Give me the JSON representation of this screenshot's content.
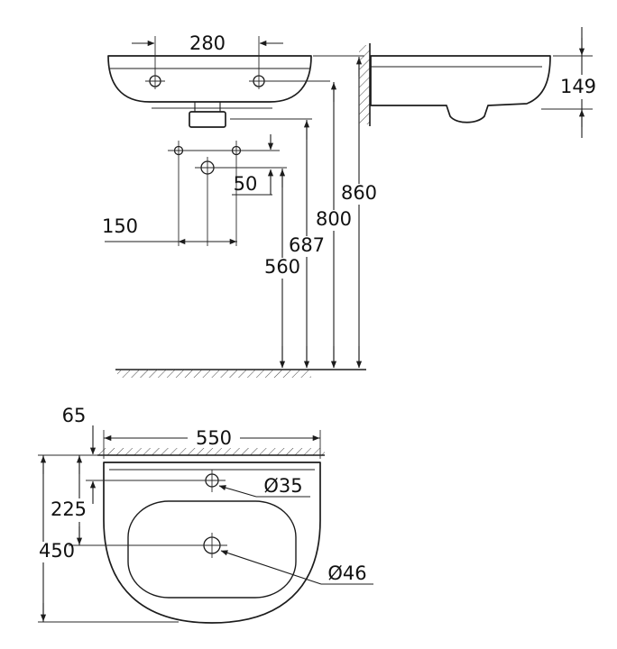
{
  "drawing": {
    "front": {
      "tap_spacing": "280",
      "hole_offset": "50",
      "fixing_spacing": "150",
      "floor_to_drain": "560",
      "floor_to_underside": "687",
      "floor_to_tap_holes": "800",
      "floor_to_rim": "860"
    },
    "side": {
      "height": "149"
    },
    "plan": {
      "wall_to_tap_hole": "65",
      "width": "550",
      "wall_to_drain": "225",
      "depth": "450",
      "tap_hole_dia": "Ø35",
      "drain_dia": "Ø46"
    }
  }
}
